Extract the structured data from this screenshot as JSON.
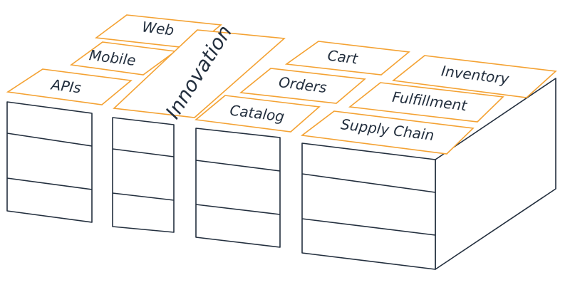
{
  "labels": {
    "web": "Web",
    "mobile": "Mobile",
    "apis": "APIs",
    "innovation": "Innovation",
    "cart": "Cart",
    "orders": "Orders",
    "catalog": "Catalog",
    "inventory": "Inventory",
    "fulfillment": "Fulfillment",
    "supply_chain": "Supply Chain"
  },
  "colors": {
    "card_border": "#f4a233",
    "block_outline": "#232f3e",
    "label_text": "#232f3e",
    "background": "#ffffff"
  }
}
